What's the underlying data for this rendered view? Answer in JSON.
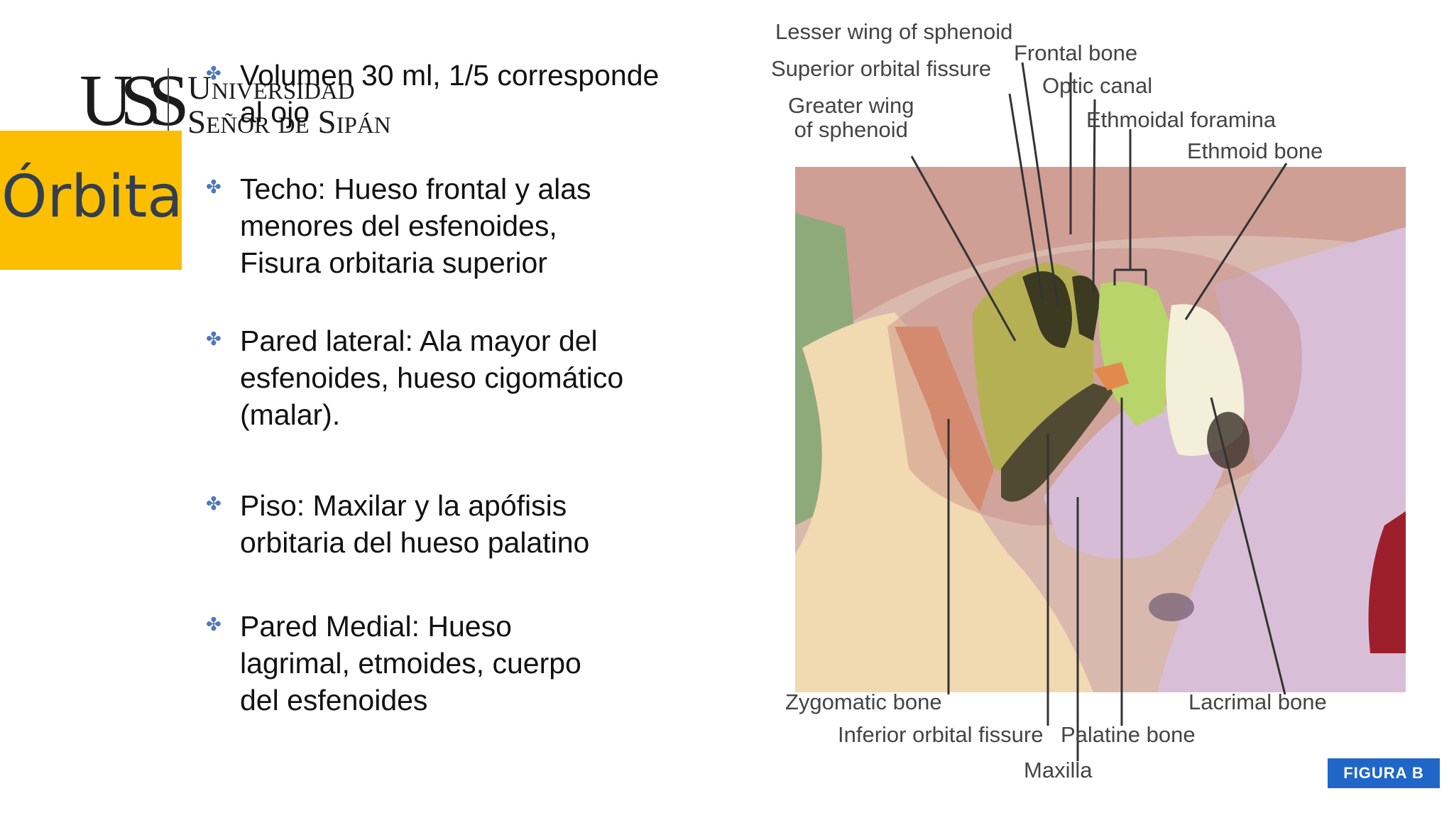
{
  "logo": {
    "mark": "USS",
    "line1": "Universidad",
    "line2": "Señor de Sipán"
  },
  "title": "Órbita",
  "bullets": [
    "Volumen 30 ml, 1/5 corresponde\nal ojo",
    "Techo: Hueso frontal y alas\nmenores del esfenoides,\nFisura orbitaria superior",
    "Pared lateral: Ala mayor del\nesfenoides, hueso cigomático\n (malar).",
    "Piso: Maxilar y la apófisis\norbitaria del hueso palatino",
    "Pared Medial: Hueso\nlagrimal,  etmoides, cuerpo\ndel  esfenoides"
  ],
  "bullet_icon": "four-point-star-icon",
  "figure": {
    "labels": [
      "Lesser wing of sphenoid",
      "Superior orbital fissure",
      "Greater wing\nof sphenoid",
      "Frontal bone",
      "Optic canal",
      "Ethmoidal foramina",
      "Ethmoid bone",
      "Zygomatic bone",
      "Inferior orbital fissure",
      "Maxilla",
      "Palatine bone",
      "Lacrimal bone"
    ],
    "tag": "FIGURA B"
  },
  "colors": {
    "accent_yellow": "#fbbf00",
    "title_text": "#333e4e",
    "bullet_icon": "#4f79b7",
    "figure_tag": "#1f66c8"
  }
}
